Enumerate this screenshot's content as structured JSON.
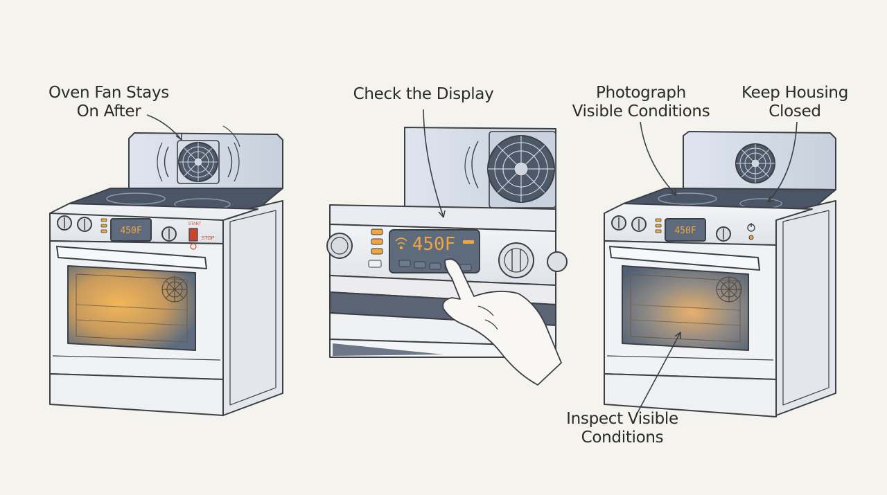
{
  "labels": {
    "oven_fan": [
      "Oven Fan Stays",
      "On After"
    ],
    "check_display": "Check the Display",
    "photograph": [
      "Photograph",
      "Visible Conditions"
    ],
    "keep_housing": [
      "Keep Housing",
      "Closed"
    ],
    "inspect": [
      "Inspect Visible",
      "Conditions"
    ]
  },
  "displays": {
    "left": "450F",
    "center": "450F",
    "right": "450F"
  },
  "panel_text": {
    "start": "START",
    "stop": "STOP"
  },
  "colors": {
    "background": "#f4f3ee",
    "line": "#3b3f45",
    "cooktop": "#4a5566",
    "steel_blue": "#c9d2de",
    "display_bg": "#5d6b7d",
    "display_digits": "#f0a640",
    "oven_glow": "#e8a94a",
    "accent_red": "#c8462e"
  },
  "icons": [
    "fan-icon",
    "wifi-icon",
    "power-icon"
  ]
}
